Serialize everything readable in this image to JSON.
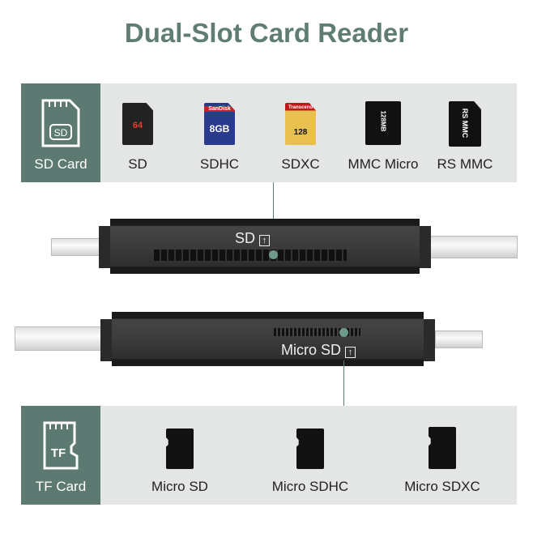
{
  "title": "Dual-Slot Card Reader",
  "sd_panel": {
    "label": "SD Card",
    "icon_text": "SD",
    "items": [
      {
        "label": "SD",
        "card_text": "64"
      },
      {
        "label": "SDHC",
        "card_text": "8GB",
        "brand": "SanDisk"
      },
      {
        "label": "SDXC",
        "card_text": "128",
        "brand": "Transcend"
      },
      {
        "label": "MMC Micro",
        "card_text": "128MB"
      },
      {
        "label": "RS MMC",
        "card_text": "RS MMC"
      }
    ]
  },
  "tf_panel": {
    "label": "TF Card",
    "icon_text": "TF",
    "items": [
      {
        "label": "Micro SD"
      },
      {
        "label": "Micro SDHC"
      },
      {
        "label": "Micro SDXC"
      }
    ]
  },
  "reader": {
    "top_slot_label": "SD",
    "bottom_slot_label": "Micro SD"
  },
  "colors": {
    "accent": "#5d7a72",
    "panel": "#e4e6e5"
  }
}
